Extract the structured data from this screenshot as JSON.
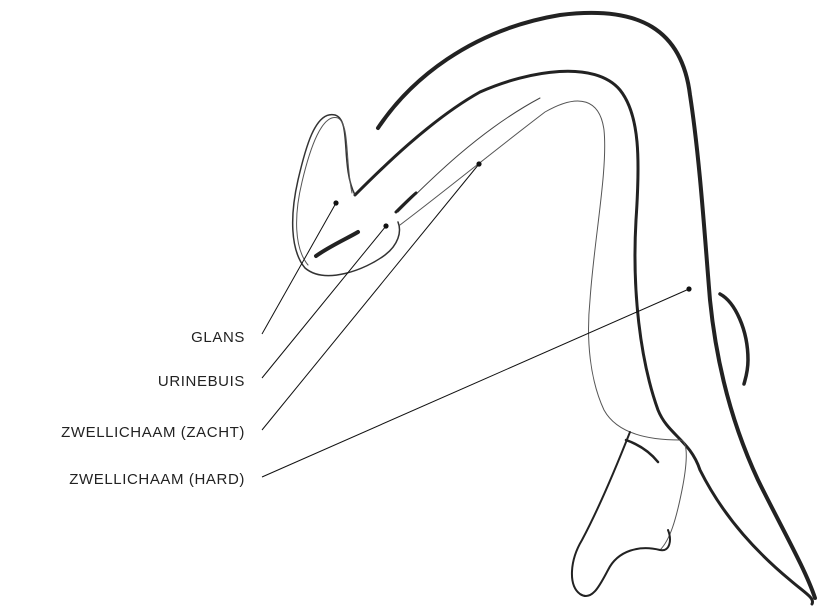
{
  "labels": {
    "glans": "GLANS",
    "urinebuis": "URINEBUIS",
    "zwellichaam_zacht": "ZWELLICHAAM (ZACHT)",
    "zwellichaam_hard": "ZWELLICHAAM (HARD)"
  },
  "colors": {
    "line": "#222222",
    "background": "#ffffff"
  }
}
